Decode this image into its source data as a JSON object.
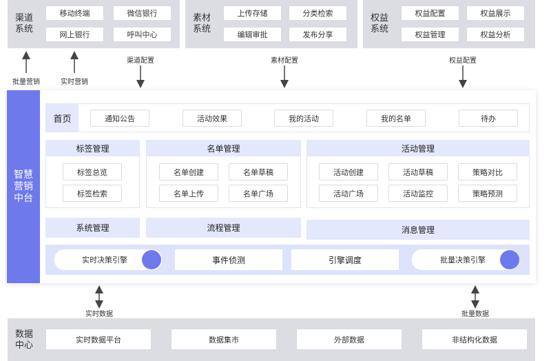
{
  "top": {
    "channel": {
      "title_l1": "渠道",
      "title_l2": "系统",
      "items": [
        "移动终端",
        "微信银行",
        "网上银行",
        "呼叫中心"
      ]
    },
    "material": {
      "title_l1": "素材",
      "title_l2": "系统",
      "items": [
        "上传存储",
        "分类检索",
        "编辑审批",
        "发布分享"
      ]
    },
    "rights": {
      "title_l1": "权益",
      "title_l2": "系统",
      "items": [
        "权益配置",
        "权益展示",
        "权益管理",
        "权益分析"
      ]
    }
  },
  "arrows": {
    "batch_marketing": "批量营销",
    "realtime_marketing": "实时营销",
    "channel_config": "渠道配置",
    "material_config": "素材配置",
    "rights_config": "权益配置",
    "realtime_data": "实时数据",
    "batch_data": "批量数据"
  },
  "platform": {
    "label_lines": [
      "智慧",
      "营销",
      "中台"
    ],
    "home": {
      "label": "首页",
      "items": [
        "通知公告",
        "活动效果",
        "我的活动",
        "我的名单",
        "待办"
      ]
    },
    "tag": {
      "title": "标签管理",
      "items": [
        "标签总览",
        "标签检索"
      ]
    },
    "list": {
      "title": "名单管理",
      "items": [
        "名单创建",
        "名单草稿",
        "名单上传",
        "名单广场"
      ]
    },
    "activity": {
      "title": "活动管理",
      "items": [
        "活动创建",
        "活动草稿",
        "策略对比",
        "活动广场",
        "活动监控",
        "策略预测"
      ]
    },
    "system_mgmt": "系统管理",
    "process_mgmt": "流程管理",
    "message_mgmt": "消息管理",
    "engine": {
      "realtime_engine": "实时决策引擎",
      "event_detect": "事件侦测",
      "engine_schedule": "引擎调度",
      "batch_engine": "批量决策引擎"
    }
  },
  "data_center": {
    "title_l1": "数据",
    "title_l2": "中心",
    "items": [
      "实时数据平台",
      "数据集市",
      "外部数据",
      "非结构化数据"
    ]
  },
  "colors": {
    "accent": "#6e79ec",
    "sidebar": "#6e79ec",
    "panel_gray": "#dcdde2",
    "lavender": "#dde3fb"
  }
}
